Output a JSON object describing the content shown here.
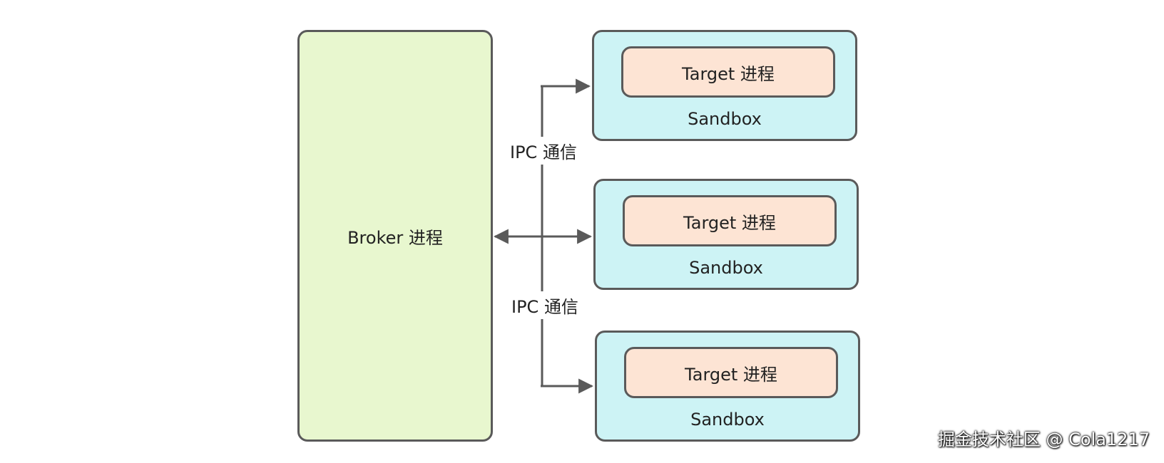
{
  "diagram": {
    "broker": {
      "label": "Broker 进程"
    },
    "sandboxes": [
      {
        "target_label": "Target 进程",
        "sandbox_label": "Sandbox"
      },
      {
        "target_label": "Target 进程",
        "sandbox_label": "Sandbox"
      },
      {
        "target_label": "Target 进程",
        "sandbox_label": "Sandbox"
      }
    ],
    "ipc_labels": [
      "IPC 通信",
      "IPC 通信"
    ]
  },
  "watermark": "掘金技术社区 @ Cola1217",
  "colors": {
    "broker_fill": "#e8f7cf",
    "sandbox_fill": "#cdf3f5",
    "target_fill": "#fde4d4",
    "stroke": "#5a5a5a"
  }
}
